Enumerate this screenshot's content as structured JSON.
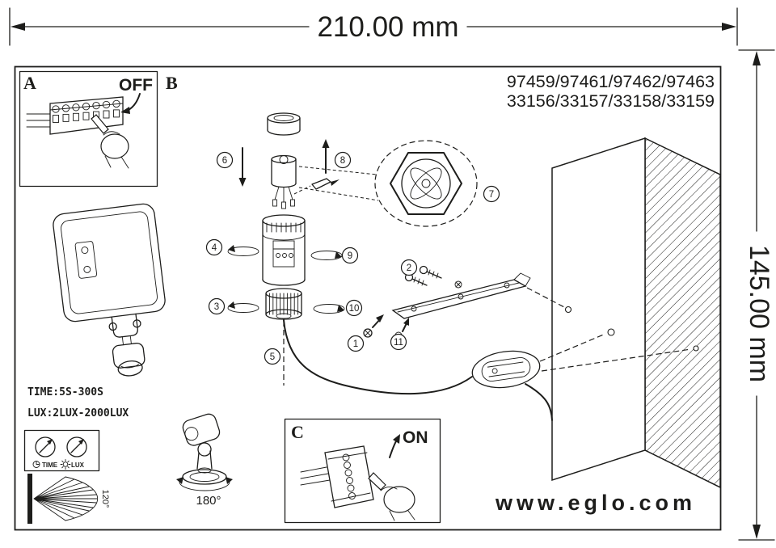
{
  "colors": {
    "ink": "#1d1d1b",
    "paper": "#ffffff"
  },
  "dimensions": {
    "width_label": "210.00 mm",
    "height_label": "145.00 mm"
  },
  "section_labels": {
    "a": "A",
    "b": "B",
    "c": "C"
  },
  "switch_states": {
    "off": "OFF",
    "on": "ON"
  },
  "model_numbers": {
    "line1": "97459/97461/97462/97463",
    "line2": "33156/33157/33158/33159"
  },
  "specs": {
    "time_range": "TIME:5S-300S",
    "lux_range": "LUX:2LUX-2000LUX",
    "dial_time_label": "TIME",
    "dial_lux_label": "LUX",
    "detection_angle": "120°",
    "swivel_angle": "180°"
  },
  "callouts": [
    "1",
    "2",
    "3",
    "4",
    "5",
    "6",
    "7",
    "8",
    "9",
    "10",
    "11"
  ],
  "footer": {
    "website": "www.eglo.com"
  }
}
